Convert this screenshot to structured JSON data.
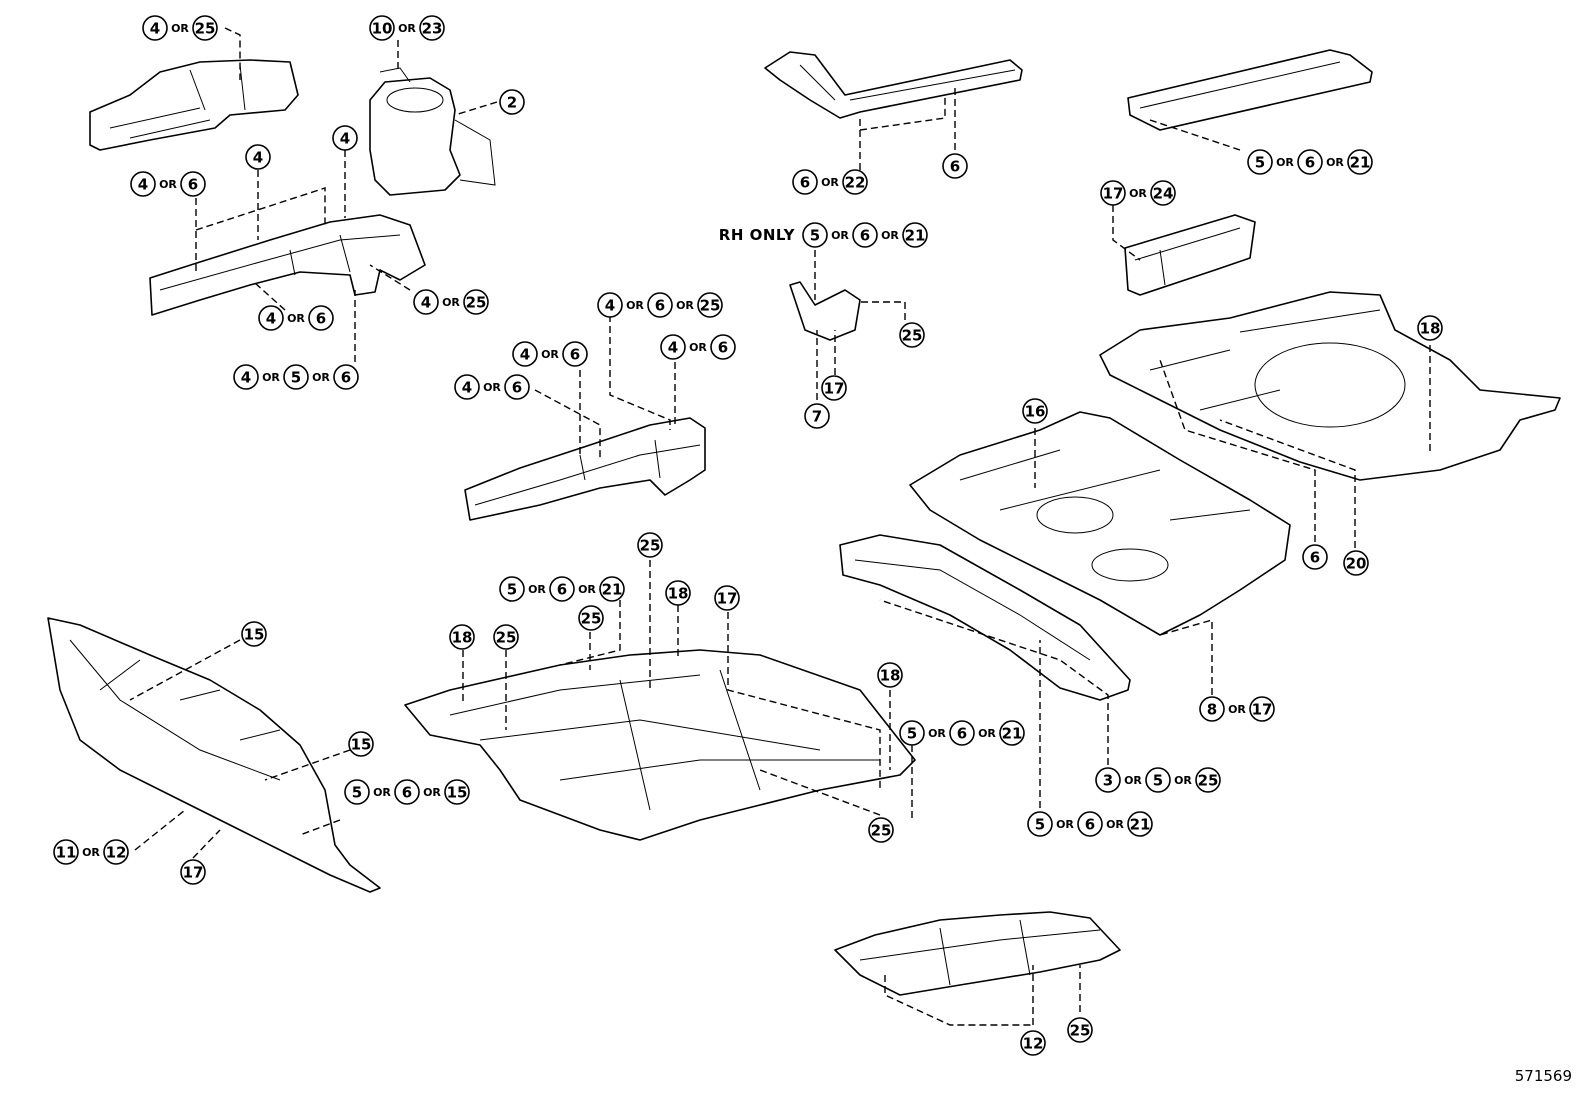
{
  "diagram_id": "571569",
  "callouts": [
    {
      "id": "c1",
      "parts": [
        "4",
        "25"
      ]
    },
    {
      "id": "c2",
      "parts": [
        "10",
        "23"
      ]
    },
    {
      "id": "c3",
      "parts": [
        "2"
      ]
    },
    {
      "id": "c4",
      "parts": [
        "4"
      ]
    },
    {
      "id": "c5",
      "parts": [
        "4"
      ]
    },
    {
      "id": "c6",
      "parts": [
        "4",
        "6"
      ]
    },
    {
      "id": "c7",
      "parts": [
        "4",
        "25"
      ]
    },
    {
      "id": "c8",
      "parts": [
        "4",
        "6"
      ]
    },
    {
      "id": "c9",
      "parts": [
        "4",
        "5",
        "6"
      ]
    },
    {
      "id": "c10",
      "parts": [
        "6",
        "22"
      ]
    },
    {
      "id": "c11",
      "parts": [
        "6"
      ]
    },
    {
      "id": "c12",
      "parts": [
        "5",
        "6",
        "21"
      ]
    },
    {
      "id": "c13",
      "parts": [
        "17",
        "24"
      ]
    },
    {
      "id": "c14",
      "parts": [
        "5",
        "6",
        "21"
      ],
      "prefix": "RH ONLY"
    },
    {
      "id": "c15",
      "parts": [
        "25"
      ]
    },
    {
      "id": "c16",
      "parts": [
        "17"
      ]
    },
    {
      "id": "c17",
      "parts": [
        "7"
      ]
    },
    {
      "id": "c18",
      "parts": [
        "4",
        "6",
        "25"
      ]
    },
    {
      "id": "c19",
      "parts": [
        "4",
        "6"
      ]
    },
    {
      "id": "c20",
      "parts": [
        "4",
        "6"
      ]
    },
    {
      "id": "c21",
      "parts": [
        "4",
        "6"
      ]
    },
    {
      "id": "c22",
      "parts": [
        "18"
      ]
    },
    {
      "id": "c23",
      "parts": [
        "16"
      ]
    },
    {
      "id": "c24",
      "parts": [
        "6"
      ]
    },
    {
      "id": "c25",
      "parts": [
        "20"
      ]
    },
    {
      "id": "c26",
      "parts": [
        "25"
      ]
    },
    {
      "id": "c27",
      "parts": [
        "5",
        "6",
        "21"
      ]
    },
    {
      "id": "c28",
      "parts": [
        "18"
      ]
    },
    {
      "id": "c29",
      "parts": [
        "17"
      ]
    },
    {
      "id": "c30",
      "parts": [
        "25"
      ]
    },
    {
      "id": "c31",
      "parts": [
        "18"
      ]
    },
    {
      "id": "c32",
      "parts": [
        "25"
      ]
    },
    {
      "id": "c33",
      "parts": [
        "18"
      ]
    },
    {
      "id": "c34",
      "parts": [
        "5",
        "6",
        "21"
      ]
    },
    {
      "id": "c35",
      "parts": [
        "25"
      ]
    },
    {
      "id": "c36",
      "parts": [
        "8",
        "17"
      ]
    },
    {
      "id": "c37",
      "parts": [
        "3",
        "5",
        "25"
      ]
    },
    {
      "id": "c38",
      "parts": [
        "5",
        "6",
        "21"
      ]
    },
    {
      "id": "c39",
      "parts": [
        "15"
      ]
    },
    {
      "id": "c40",
      "parts": [
        "15"
      ]
    },
    {
      "id": "c41",
      "parts": [
        "5",
        "6",
        "15"
      ]
    },
    {
      "id": "c42",
      "parts": [
        "11",
        "12"
      ]
    },
    {
      "id": "c43",
      "parts": [
        "17"
      ]
    },
    {
      "id": "c44",
      "parts": [
        "12"
      ]
    },
    {
      "id": "c45",
      "parts": [
        "25"
      ]
    }
  ],
  "or_label": "OR"
}
